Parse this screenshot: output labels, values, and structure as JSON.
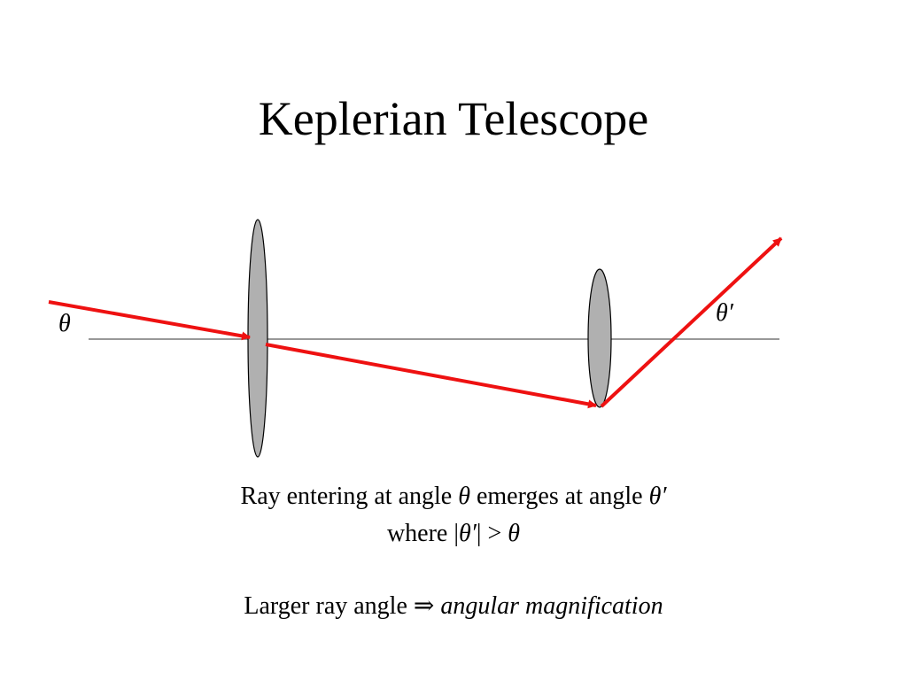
{
  "title": "Keplerian Telescope",
  "diagram": {
    "label_theta_in": "θ",
    "label_theta_out": "θ′",
    "colors": {
      "ray": "#ee1111",
      "lens_fill": "#b0b0b0",
      "lens_stroke": "#000000",
      "axis": "#777777"
    }
  },
  "caption": {
    "line1_a": "Ray entering at angle ",
    "line1_sym1": "θ",
    "line1_b": " emerges at angle ",
    "line1_sym2": "θ′",
    "line2_a": "where |",
    "line2_sym1": "θ′",
    "line2_b": "| > ",
    "line2_sym2": "θ",
    "line3_a": "Larger ray angle ",
    "line3_arrow": "⇒",
    "line3_emph": "angular magnification"
  }
}
